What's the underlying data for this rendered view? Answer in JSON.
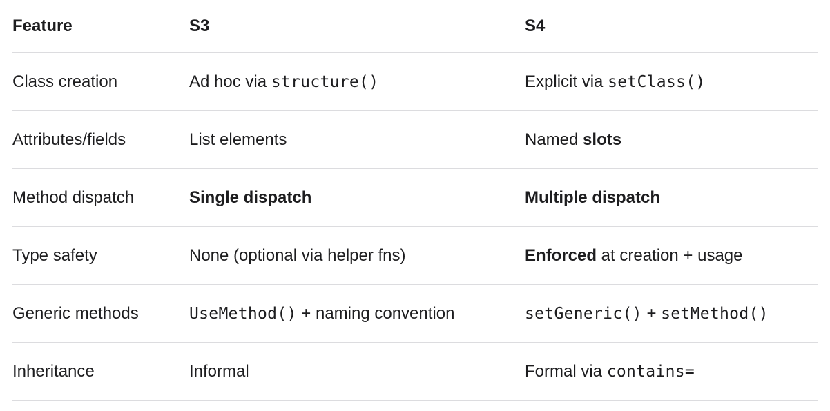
{
  "table": {
    "headers": {
      "feature": "Feature",
      "s3": "S3",
      "s4": "S4"
    },
    "rows": [
      {
        "feature": "Class creation",
        "s3": {
          "prefix": "Ad hoc via ",
          "code": "structure()"
        },
        "s4": {
          "prefix": "Explicit via ",
          "code": "setClass()"
        }
      },
      {
        "feature": "Attributes/fields",
        "s3": {
          "text": "List elements"
        },
        "s4": {
          "prefix": "Named ",
          "bold": "slots"
        }
      },
      {
        "feature": "Method dispatch",
        "s3": {
          "bold": "Single dispatch"
        },
        "s4": {
          "bold": "Multiple dispatch"
        }
      },
      {
        "feature": "Type safety",
        "s3": {
          "text": "None (optional via helper fns)"
        },
        "s4": {
          "bold": "Enforced",
          "suffix": " at creation + usage"
        }
      },
      {
        "feature": "Generic methods",
        "s3": {
          "code": "UseMethod()",
          "suffix": " + naming convention"
        },
        "s4": {
          "code1": "setGeneric()",
          "middle": " + ",
          "code2": "setMethod()"
        }
      },
      {
        "feature": "Inheritance",
        "s3": {
          "text": "Informal"
        },
        "s4": {
          "prefix": "Formal via ",
          "code": "contains="
        }
      }
    ]
  }
}
